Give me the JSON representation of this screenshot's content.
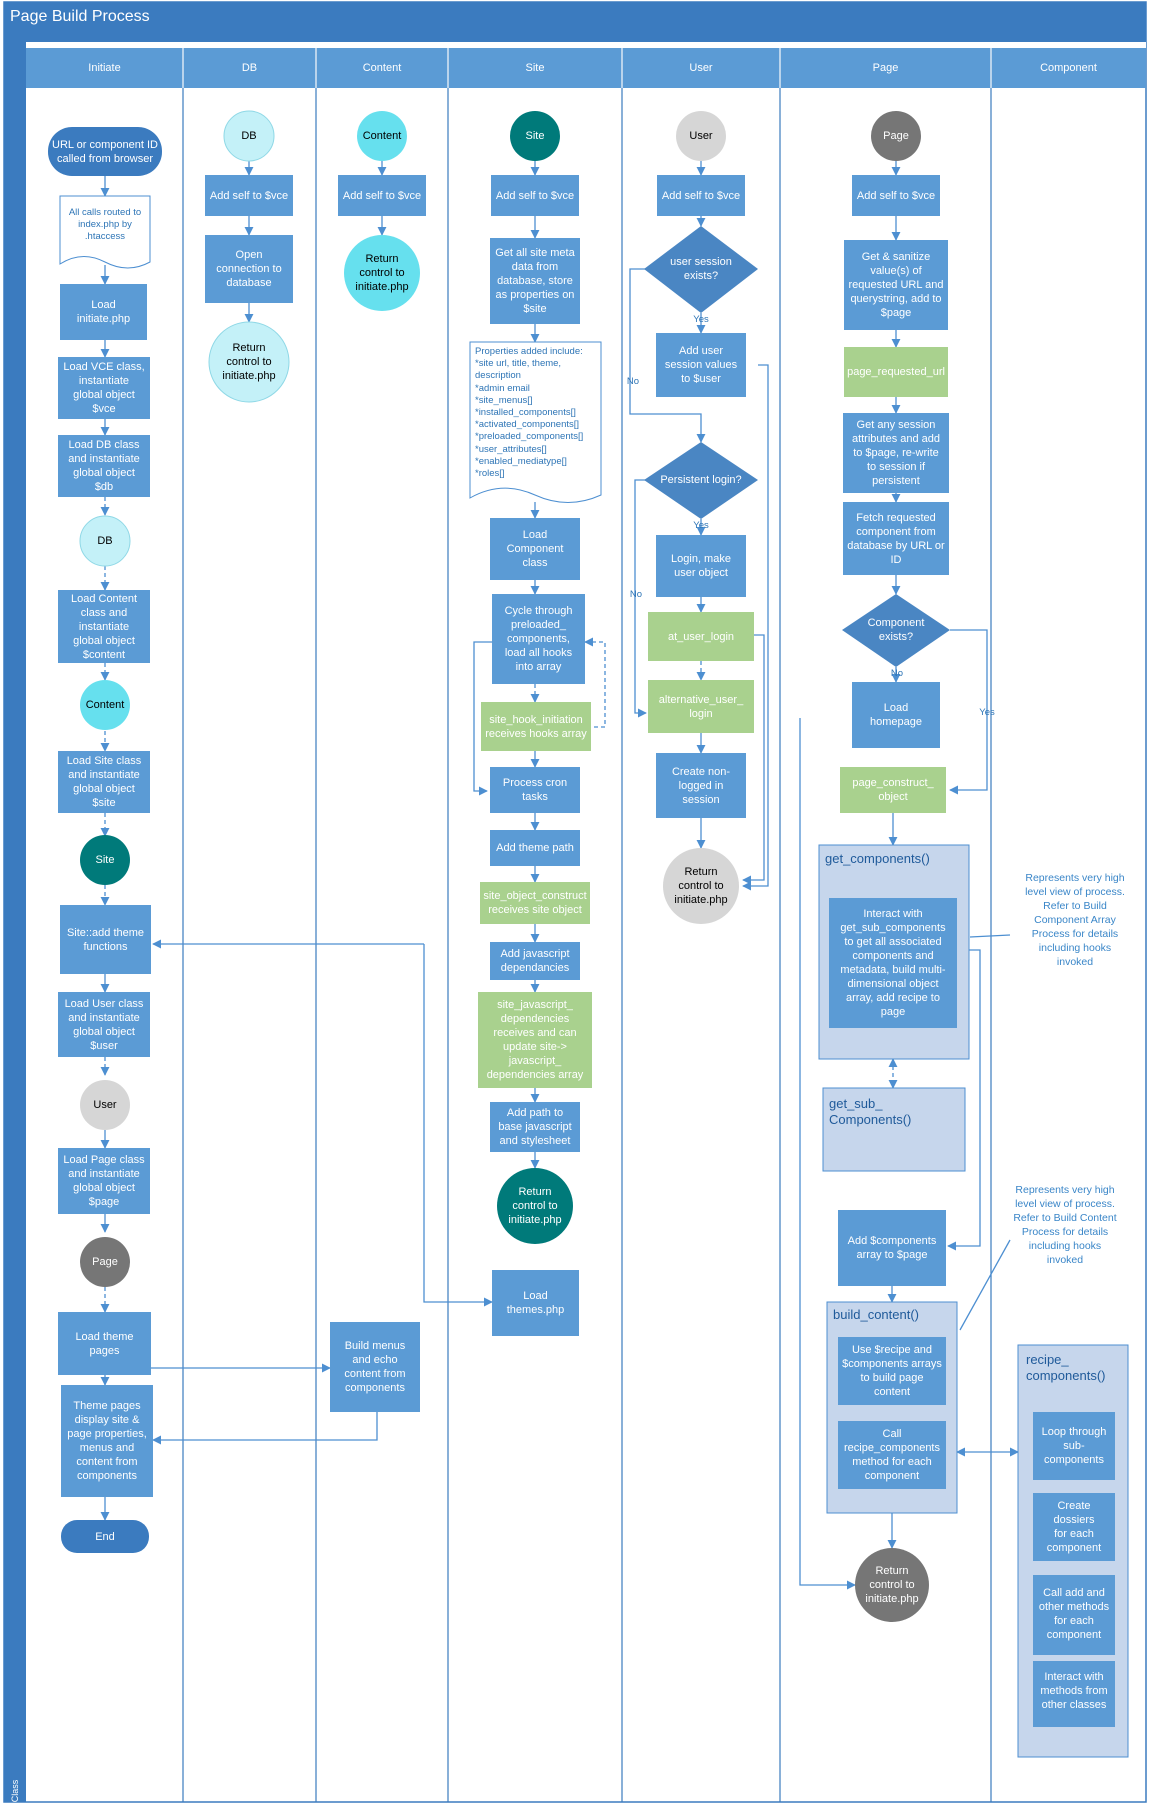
{
  "title": "Page Build Process",
  "side_label": "Class",
  "lanes": [
    "Initiate",
    "DB",
    "Content",
    "Site",
    "User",
    "Page",
    "Component"
  ],
  "initiate": {
    "start": "URL or component ID\ncalled from browser",
    "routed": "All calls routed to\nindex.php by\n.htaccess",
    "load_initiate": "Load\ninitiate.php",
    "load_vce": "Load VCE class,\ninstantiate\nglobal object\n$vce",
    "load_db": "Load DB class\nand instantiate\nglobal object\n$db",
    "db_circle": "DB",
    "load_content": "Load Content\nclass and\ninstantiate\nglobal object\n$content",
    "content_circle": "Content",
    "load_site": "Load Site class\nand instantiate\nglobal object\n$site",
    "site_circle": "Site",
    "add_theme_functions": "Site::add theme\nfunctions",
    "load_user": "Load User class\nand instantiate\nglobal object\n$user",
    "user_circle": "User",
    "load_page": "Load Page class\nand instantiate\nglobal object\n$page",
    "page_circle": "Page",
    "load_theme_pages": "Load theme\npages",
    "theme_pages_display": "Theme pages\ndisplay site &\npage properties,\nmenus and\ncontent from\ncomponents",
    "end": "End"
  },
  "db": {
    "circle": "DB",
    "add_self": "Add self to $vce",
    "open_connection": "Open\nconnection to\ndatabase",
    "return": "Return\ncontrol to\ninitiate.php"
  },
  "content": {
    "circle": "Content",
    "add_self": "Add self to $vce",
    "return": "Return\ncontrol to\ninitiate.php",
    "build_menus": "Build menus\nand echo\ncontent from\ncomponents"
  },
  "site": {
    "circle": "Site",
    "add_self": "Add self to $vce",
    "get_meta": "Get all site meta\ndata from\ndatabase, store\nas properties on\n$site",
    "properties": "Properties added include:\n*site url, title, theme,\ndescription\n*admin email\n*site_menus[]\n*installed_components[]\n*activated_components[]\n*preloaded_components[]\n*user_attributes[]\n*enabled_mediatype[]\n*roles[]",
    "load_component": "Load\nComponent\nclass",
    "cycle": "Cycle through\npreloaded_\ncomponents,\nload all hooks\ninto array",
    "hook_initiation": "site_hook_initiation\nreceives hooks array",
    "process_cron": "Process cron\ntasks",
    "add_theme_path": "Add theme path",
    "object_construct": "site_object_construct\nreceives site object",
    "add_js": "Add javascript\ndependancies",
    "js_hook": "site_javascript_\ndependencies\nreceives and can\nupdate site->\njavascript_\ndependencies array",
    "add_path": "Add path to\nbase javascript\nand stylesheet",
    "return": "Return\ncontrol to\ninitiate.php",
    "load_themes": "Load\nthemes.php"
  },
  "user": {
    "circle": "User",
    "add_self": "Add self to $vce",
    "session_exists": "user session\nexists?",
    "yes1": "Yes",
    "no1": "No",
    "add_session_values": "Add user\nsession values\nto $user",
    "persistent": "Persistent login?",
    "yes2": "Yes",
    "no2": "No",
    "login": "Login, make\nuser object",
    "at_user_login": "at_user_login",
    "alternative_login": "alternative_user_\nlogin",
    "create_session": "Create non-\nlogged in\nsession",
    "return": "Return\ncontrol to\ninitiate.php"
  },
  "page": {
    "circle": "Page",
    "add_self": "Add self to $vce",
    "sanitize": "Get & sanitize\nvalue(s) of\nrequested URL and\nquerystring, add to\n$page",
    "requested_url": "page_requested_url",
    "session_attrs": "Get any session\nattributes and add\nto $page, re-write\nto session if\npersistent",
    "fetch": "Fetch requested\ncomponent from\ndatabase by URL or\nID",
    "component_exists": "Component\nexists?",
    "no": "No",
    "yes": "Yes",
    "load_homepage": "Load\nhomepage",
    "construct_object": "page_construct_\nobject",
    "get_components": "get_components()",
    "interact": "Interact with\nget_sub_components\nto get all associated\ncomponents and\nmetadata, build multi-\ndimensional object\narray, add recipe to\npage",
    "get_sub_components": "get_sub_\nComponents()",
    "add_components": "Add $components\narray to $page",
    "build_content": "build_content()",
    "use_recipe": "Use $recipe and\n$components arrays\nto build page\ncontent",
    "call_recipe": "Call\nrecipe_components\nmethod for each\ncomponent",
    "return": "Return\ncontrol to\ninitiate.php",
    "note1": "Represents very high\nlevel view of process.\nRefer to Build\nComponent Array\nProcess for details\nincluding hooks\ninvoked",
    "note2": "Represents very high\nlevel view of process.\nRefer to Build Content\nProcess for details\nincluding hooks\ninvoked"
  },
  "component": {
    "recipe_components": "recipe_\ncomponents()",
    "loop": "Loop through\nsub-\ncomponents",
    "dossiers": "Create dossiers\nfor each\ncomponent",
    "call_add": "Call add and\nother methods\nfor each\ncomponent",
    "interact_methods": "Interact with\nmethods from\nother classes"
  },
  "colors": {
    "header": "#3b7bbf",
    "lane_header": "#5b9bd5",
    "process": "#5b9bd5",
    "hook": "#a9d18e",
    "decision": "#4a86c3",
    "group_fill": "#c6d6ec",
    "circle_light": "#c4f1f8",
    "circle_cyan": "#66e0ee",
    "circle_teal": "#007a7a",
    "circle_grey": "#d6d6d6",
    "circle_dark": "#767676",
    "line": "#4d8fd1"
  }
}
